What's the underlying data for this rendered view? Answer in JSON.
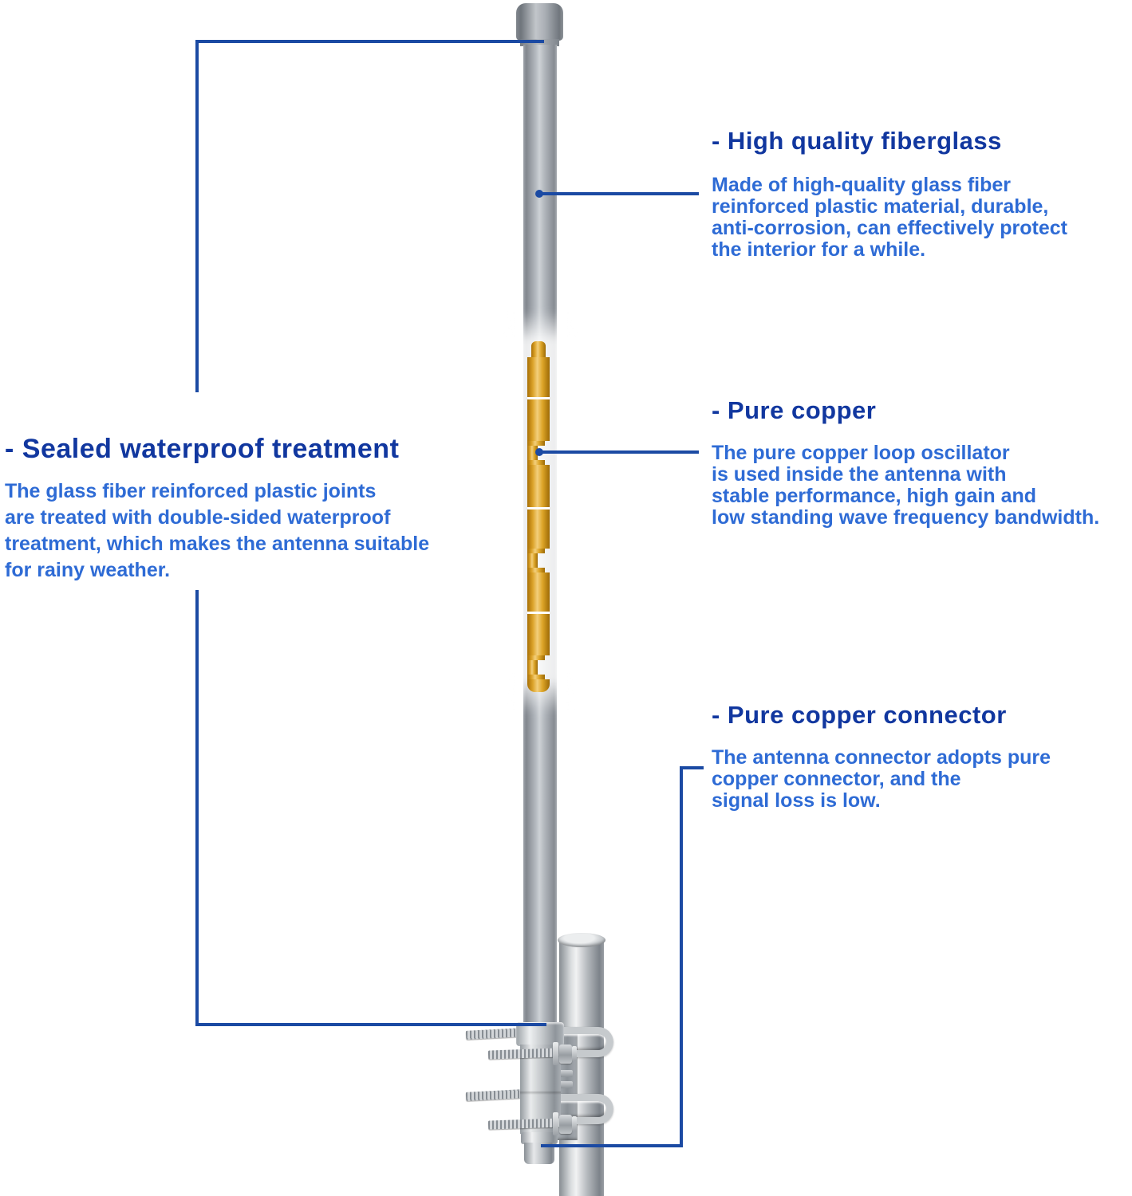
{
  "diagram": {
    "subject": "Omni-directional fiberglass antenna with pole mounting bracket",
    "background": "#ffffff"
  },
  "colors": {
    "title_blue": "#11379f",
    "body_blue": "#2e6bd5",
    "line_blue": "#1b4aa3",
    "copper_gold": "#e3ab35",
    "fiberglass_gray": "#a7acb2",
    "metal_silver": "#c9cdd1"
  },
  "callouts": {
    "fiberglass": {
      "title": "- High quality fiberglass",
      "lines": [
        "Made of high-quality glass fiber",
        "reinforced plastic material, durable,",
        "anti-corrosion, can effectively protect",
        "the interior for a while."
      ]
    },
    "copper": {
      "title": "- Pure copper",
      "lines": [
        "The pure copper loop oscillator",
        "is used inside the antenna with",
        "stable performance, high gain and",
        "low standing wave frequency bandwidth."
      ]
    },
    "connector": {
      "title": "- Pure copper connector",
      "lines": [
        "The antenna connector adopts pure",
        "copper connector, and the",
        "signal loss is low."
      ]
    },
    "sealed": {
      "title": "- Sealed waterproof treatment",
      "lines": [
        "The glass fiber reinforced plastic joints",
        "are treated with double-sided waterproof",
        "treatment, which makes the antenna suitable",
        "for rainy weather."
      ]
    }
  }
}
